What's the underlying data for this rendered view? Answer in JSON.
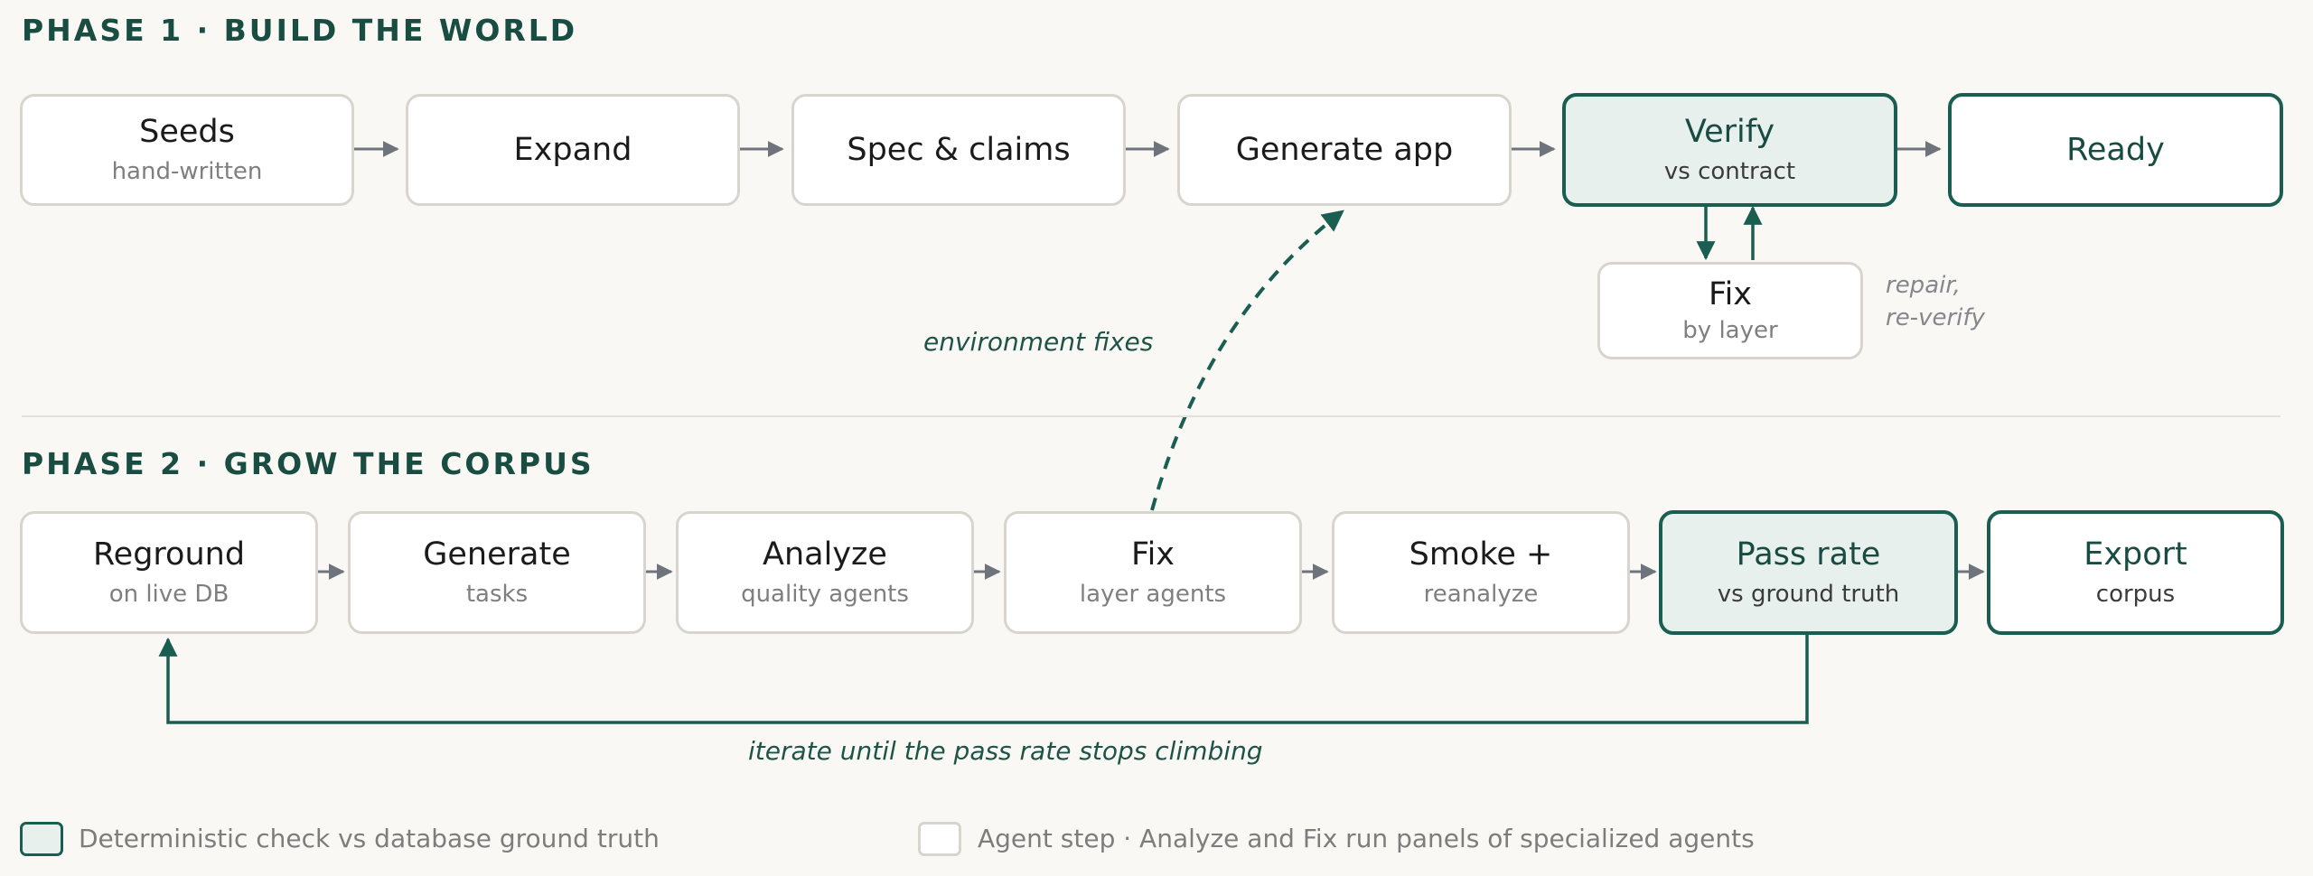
{
  "phase1": {
    "title": "PHASE 1 · BUILD THE WORLD",
    "nodes": [
      {
        "title": "Seeds",
        "sub": "hand-written"
      },
      {
        "title": "Expand",
        "sub": ""
      },
      {
        "title": "Spec & claims",
        "sub": ""
      },
      {
        "title": "Generate app",
        "sub": ""
      },
      {
        "title": "Verify",
        "sub": "vs contract"
      },
      {
        "title": "Ready",
        "sub": ""
      }
    ],
    "fix": {
      "title": "Fix",
      "sub": "by layer"
    },
    "fix_note_line1": "repair,",
    "fix_note_line2": "re-verify",
    "feedback_label": "environment fixes"
  },
  "phase2": {
    "title": "PHASE 2 · GROW THE CORPUS",
    "nodes": [
      {
        "title": "Reground",
        "sub": "on live DB"
      },
      {
        "title": "Generate",
        "sub": "tasks"
      },
      {
        "title": "Analyze",
        "sub": "quality agents"
      },
      {
        "title": "Fix",
        "sub": "layer agents"
      },
      {
        "title": "Smoke +",
        "sub": "reanalyze"
      },
      {
        "title": "Pass rate",
        "sub": "vs ground truth"
      },
      {
        "title": "Export",
        "sub": "corpus"
      }
    ],
    "loop_label": "iterate until the pass rate stops climbing"
  },
  "legend": {
    "deterministic": "Deterministic check vs database ground truth",
    "agent": "Agent step · Analyze and Fix run panels of specialized agents"
  },
  "colors": {
    "accent": "#1a5e52",
    "check_fill": "#e8f0ee",
    "arrow_grey": "#6e737c",
    "box_border": "#d7d5cd",
    "background": "#f9f8f4"
  }
}
